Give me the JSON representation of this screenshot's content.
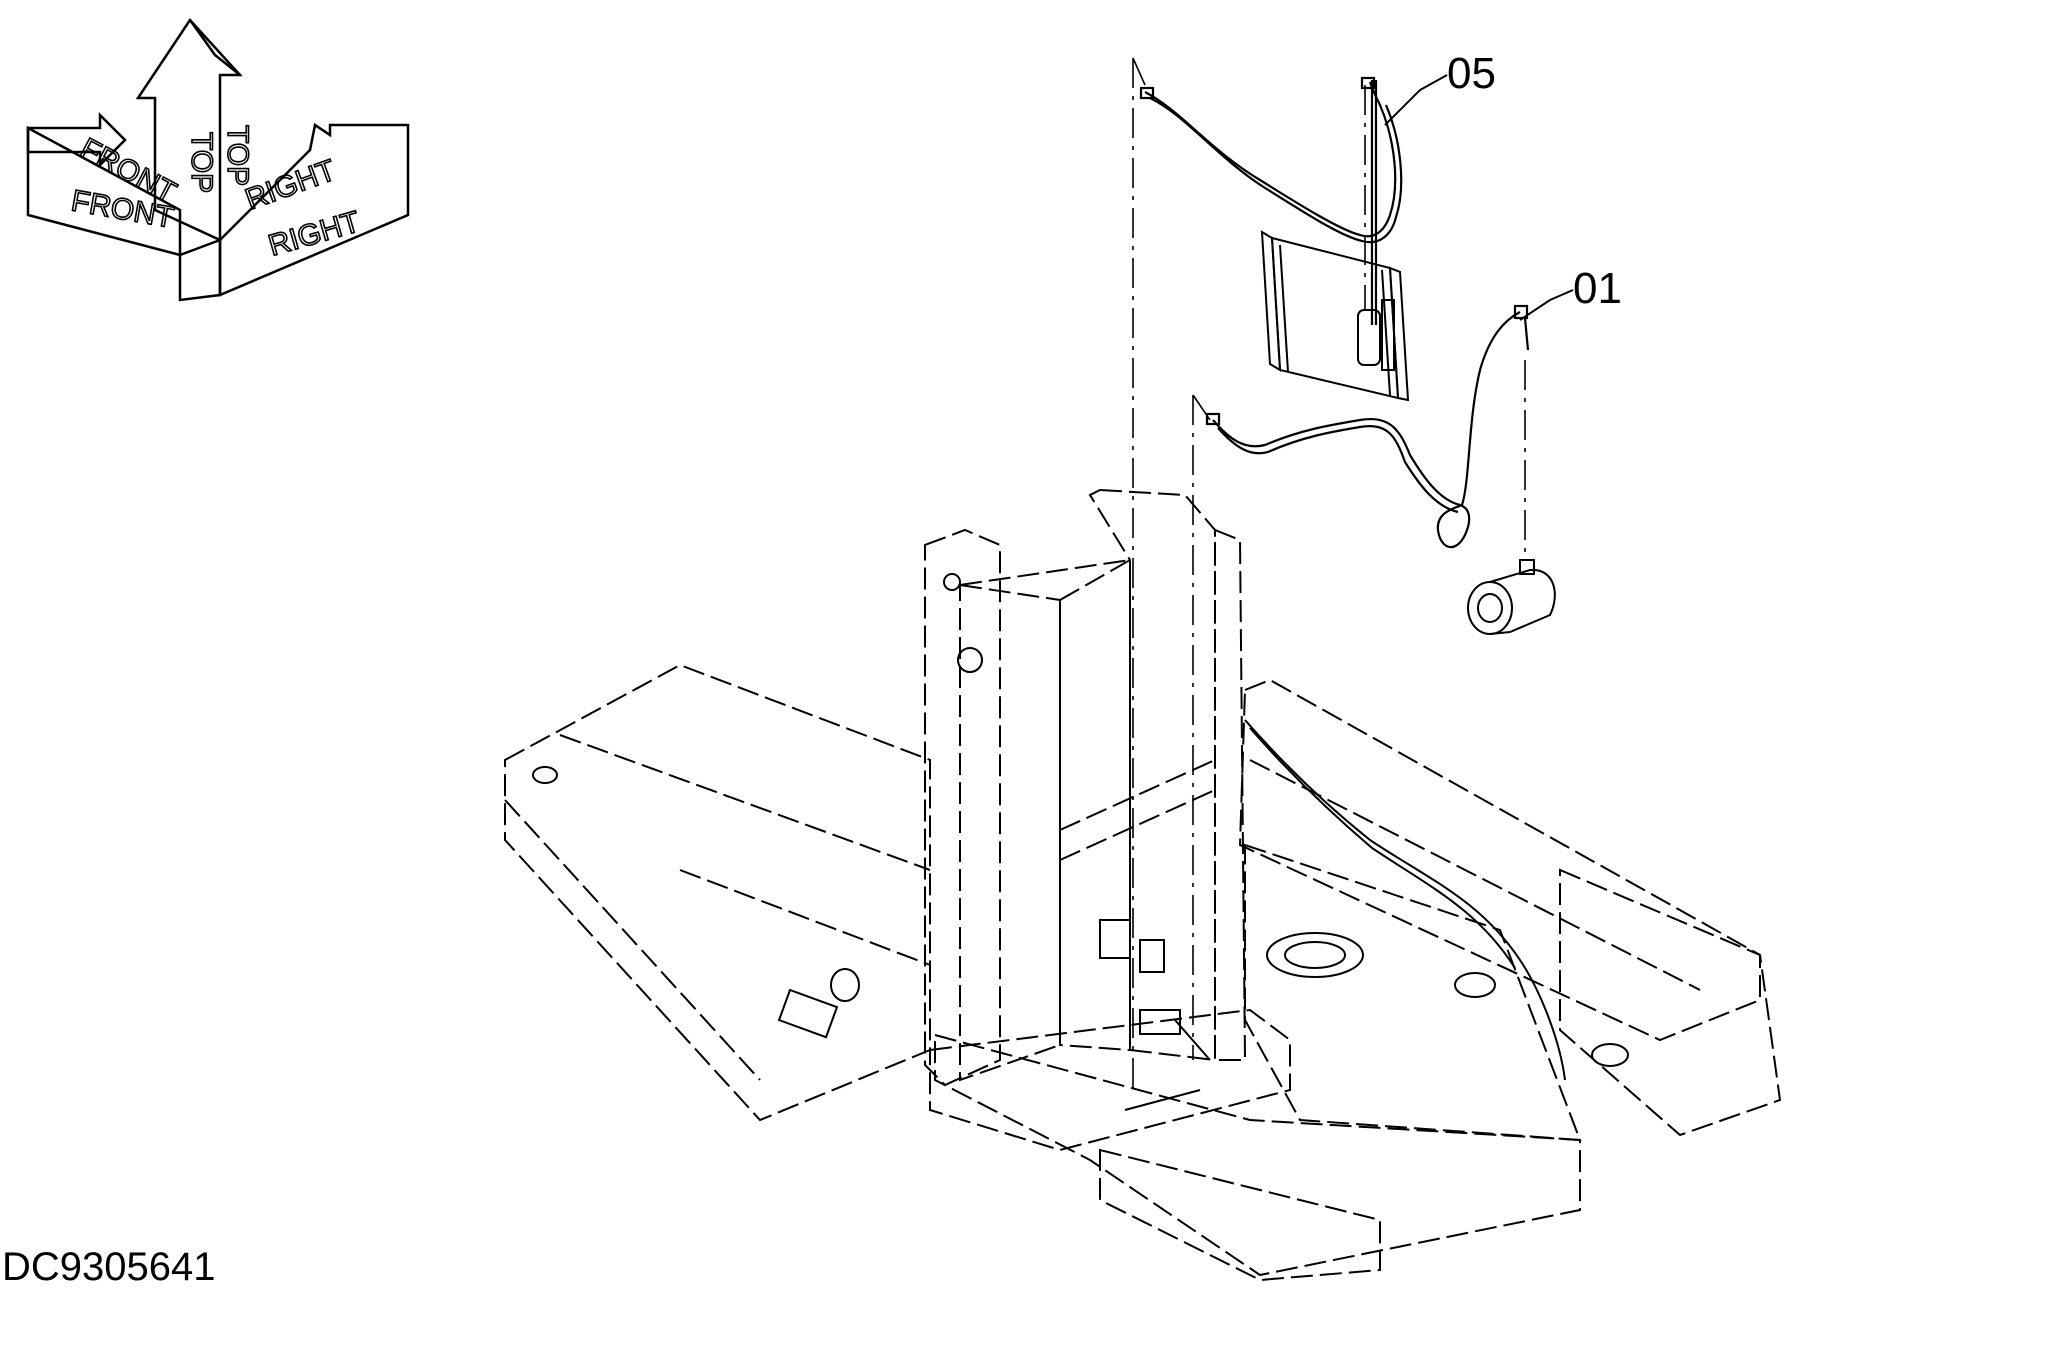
{
  "orientation_compass": {
    "labels_upper": {
      "front": "FRONT",
      "top": "TOP",
      "right": "RIGHT"
    },
    "labels_lower": {
      "front": "FRONT",
      "top": "TOP",
      "right": "RIGHT"
    }
  },
  "callouts": [
    {
      "id": "05",
      "text": "05"
    },
    {
      "id": "01",
      "text": "01"
    }
  ],
  "drawing_code": "DC9305641",
  "colors": {
    "line": "#000000",
    "background": "#ffffff"
  }
}
